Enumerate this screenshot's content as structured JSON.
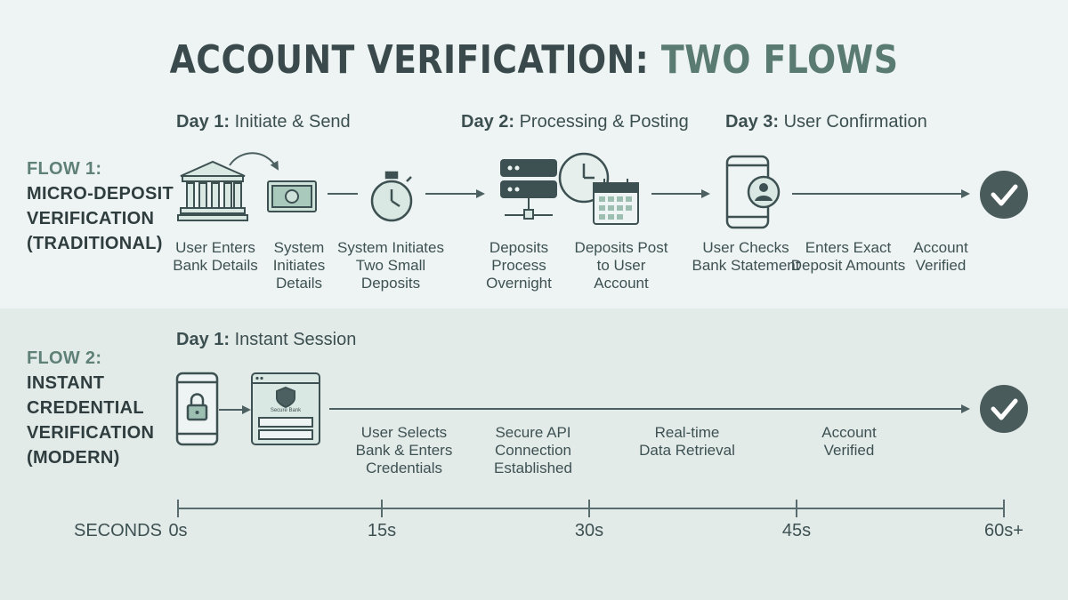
{
  "title": {
    "part1": "ACCOUNT VERIFICATION:",
    "part2": "TWO FLOWS"
  },
  "flow1": {
    "number": "FLOW 1:",
    "name": [
      "MICRO-DEPOSIT",
      "VERIFICATION",
      "(TRADITIONAL)"
    ],
    "days": [
      {
        "day": "Day 1:",
        "text": "Initiate & Send"
      },
      {
        "day": "Day 2:",
        "text": "Processing & Posting"
      },
      {
        "day": "Day 3:",
        "text": "User Confirmation"
      }
    ],
    "steps": [
      [
        "User Enters",
        "Bank Details"
      ],
      [
        "System",
        "Initiates",
        "Details"
      ],
      [
        "System Initiates",
        "Two Small",
        "Deposits"
      ],
      [
        "Deposits",
        "Process",
        "Overnight"
      ],
      [
        "Deposits Post",
        "to User",
        "Account"
      ],
      [
        "User Checks",
        "Bank Statement"
      ],
      [
        "Enters Exact",
        "Deposit Amounts"
      ],
      [
        "Account",
        "Verified"
      ]
    ],
    "icons": [
      "bank-icon",
      "cash-icon",
      "stopwatch-icon",
      "server-icon",
      "clock-icon",
      "calendar-icon",
      "phone-user-icon",
      "checkmark-icon"
    ]
  },
  "flow2": {
    "number": "FLOW 2:",
    "name": [
      "INSTANT",
      "CREDENTIAL",
      "VERIFICATION",
      "(MODERN)"
    ],
    "day": {
      "day": "Day 1:",
      "text": "Instant Session"
    },
    "secure_bank_label": "Secure Bank",
    "steps": [
      [
        "User Selects",
        "Bank & Enters",
        "Credentials"
      ],
      [
        "Secure API",
        "Connection",
        "Established"
      ],
      [
        "Real-time",
        "Data Retrieval"
      ],
      [
        "Account",
        "Verified"
      ]
    ],
    "icons": [
      "phone-lock-icon",
      "secure-bank-window-icon",
      "checkmark-icon"
    ]
  },
  "timeline": {
    "axis_label": "SECONDS",
    "ticks": [
      "0s",
      "15s",
      "30s",
      "45s",
      "60s+"
    ]
  },
  "colors": {
    "background": "#eef4f3",
    "band": "#e3ebe9",
    "ink": "#3a4a4c",
    "accent": "#5a7b72",
    "icon_fill": "#d9e8e2",
    "check": "#4a5b5c"
  }
}
